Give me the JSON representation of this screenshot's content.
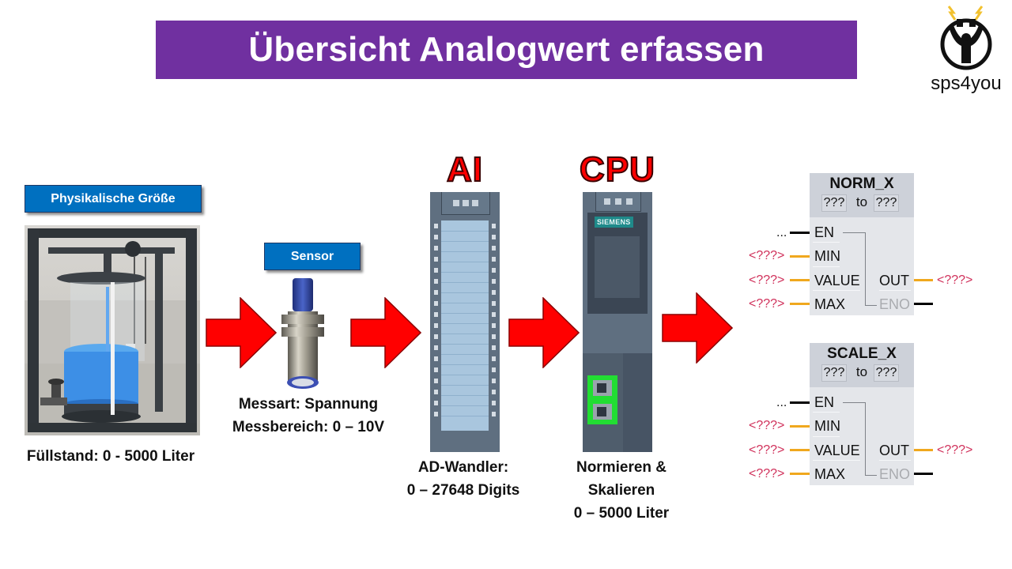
{
  "title": "Übersicht Analogwert erfassen",
  "logo": {
    "icon": "person-with-plug-icon",
    "text": "sps4you"
  },
  "colors": {
    "title_bg": "#7030a0",
    "label_bg": "#0070c0",
    "arrow": "#ff0000",
    "param_text": "#d0305a",
    "wire_orange": "#f0a81e",
    "port_green": "#22dd33"
  },
  "stages": {
    "physical": {
      "label": "Physikalische Größe",
      "image": "tank-with-water-level",
      "caption": "Füllstand: 0 - 5000 Liter"
    },
    "sensor": {
      "label": "Sensor",
      "image": "ultrasonic-sensor",
      "caption_lines": [
        "Messart: Spannung",
        "Messbereich: 0 – 10V"
      ]
    },
    "ai": {
      "header": "AI",
      "image": "analog-input-module",
      "caption_lines": [
        "AD-Wandler:",
        "0 – 27648 Digits"
      ]
    },
    "cpu": {
      "header": "CPU",
      "brand": "SIEMENS",
      "image": "plc-cpu-module",
      "caption_lines": [
        "Normieren &",
        "Skalieren",
        "0 – 5000 Liter"
      ]
    }
  },
  "arrows": [
    "arrow-right-icon",
    "arrow-right-icon",
    "arrow-right-icon",
    "arrow-right-icon"
  ],
  "function_blocks": [
    {
      "name": "NORM_X",
      "type_from": "???",
      "type_to_label": "to",
      "type_to": "???",
      "en_input": "...",
      "inputs": [
        {
          "pin": "EN",
          "param": "..."
        },
        {
          "pin": "MIN",
          "param": "<???>"
        },
        {
          "pin": "VALUE",
          "param": "<???>"
        },
        {
          "pin": "MAX",
          "param": "<???>"
        }
      ],
      "outputs": [
        {
          "pin": "OUT",
          "param": "<???>"
        },
        {
          "pin": "ENO",
          "param": ""
        }
      ]
    },
    {
      "name": "SCALE_X",
      "type_from": "???",
      "type_to_label": "to",
      "type_to": "???",
      "en_input": "...",
      "inputs": [
        {
          "pin": "EN",
          "param": "..."
        },
        {
          "pin": "MIN",
          "param": "<???>"
        },
        {
          "pin": "VALUE",
          "param": "<???>"
        },
        {
          "pin": "MAX",
          "param": "<???>"
        }
      ],
      "outputs": [
        {
          "pin": "OUT",
          "param": "<???>"
        },
        {
          "pin": "ENO",
          "param": ""
        }
      ]
    }
  ]
}
